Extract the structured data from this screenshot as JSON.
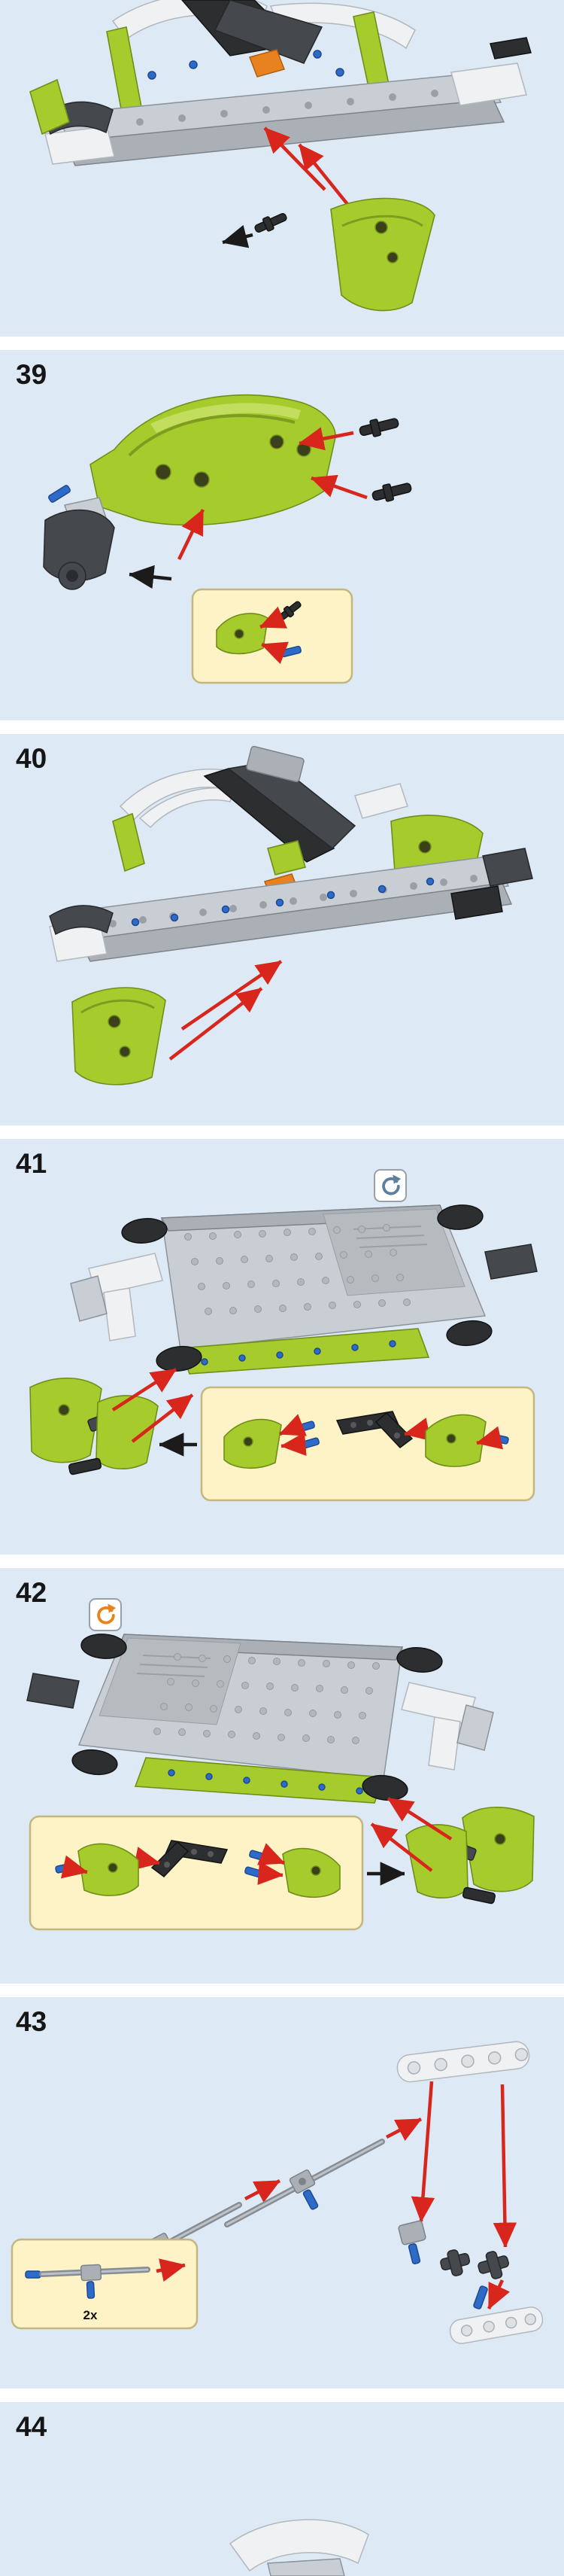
{
  "page": {
    "kind": "building-instruction-steps",
    "panel_background": "#dde9f4",
    "separator_color": "#ffffff",
    "arrow_color": "#d8261d",
    "callout_background": "#fdf3c6",
    "brick_colors": {
      "lime": "#a6cb2d",
      "light_gray": "#c9ced4",
      "dark_gray": "#45484c",
      "black": "#2c2e30",
      "blue": "#2e6ac8",
      "orange": "#e8821f",
      "white": "#eff1f3"
    }
  },
  "icons": {
    "rotate": "circular-arrow-icon"
  },
  "steps": [
    {
      "number": "39"
    },
    {
      "number": "40"
    },
    {
      "number": "41",
      "rotate_icon_color": "#5b7f9d"
    },
    {
      "number": "42",
      "rotate_icon_color": "#e8831c"
    },
    {
      "number": "43",
      "callout_quantity": "2x"
    },
    {
      "number": "44"
    }
  ]
}
